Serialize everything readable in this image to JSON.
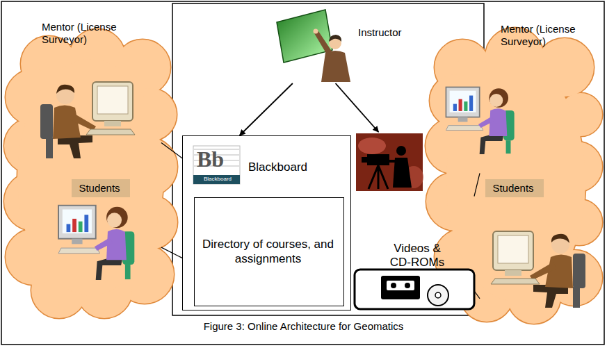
{
  "diagram": {
    "caption": "Figure 3: Online Architecture for Geomatics",
    "nodes": [
      {
        "text": [
          "Mentor (License Surveyor)"
        ]
      },
      {
        "text": [
          "Students"
        ],
        "in": 0
      },
      {
        "text": [
          "Instructor"
        ]
      },
      {
        "text": [
          "Blackboard"
        ]
      },
      {
        "text": [
          "Directory of courses, and assignments"
        ],
        "in": 3
      },
      {
        "text": [
          "Videos & CD-ROMs"
        ]
      },
      {
        "text": [
          "Mentor (License Surveyor)"
        ]
      },
      {
        "text": [
          "Students"
        ],
        "in": 6
      }
    ],
    "edges": [
      {
        "from": 2,
        "to": 3,
        "arrow": "to"
      },
      {
        "from": 2,
        "to": 5,
        "arrow": "to"
      },
      {
        "from": 0,
        "to": 3,
        "arrow": "none"
      },
      {
        "from": 0,
        "to": 3,
        "arrow": "none"
      },
      {
        "from": 6,
        "to": 5,
        "arrow": "none"
      },
      {
        "from": 6,
        "to": 5,
        "arrow": "none"
      }
    ],
    "labels": [
      "Bb",
      "Blackboard"
    ]
  }
}
